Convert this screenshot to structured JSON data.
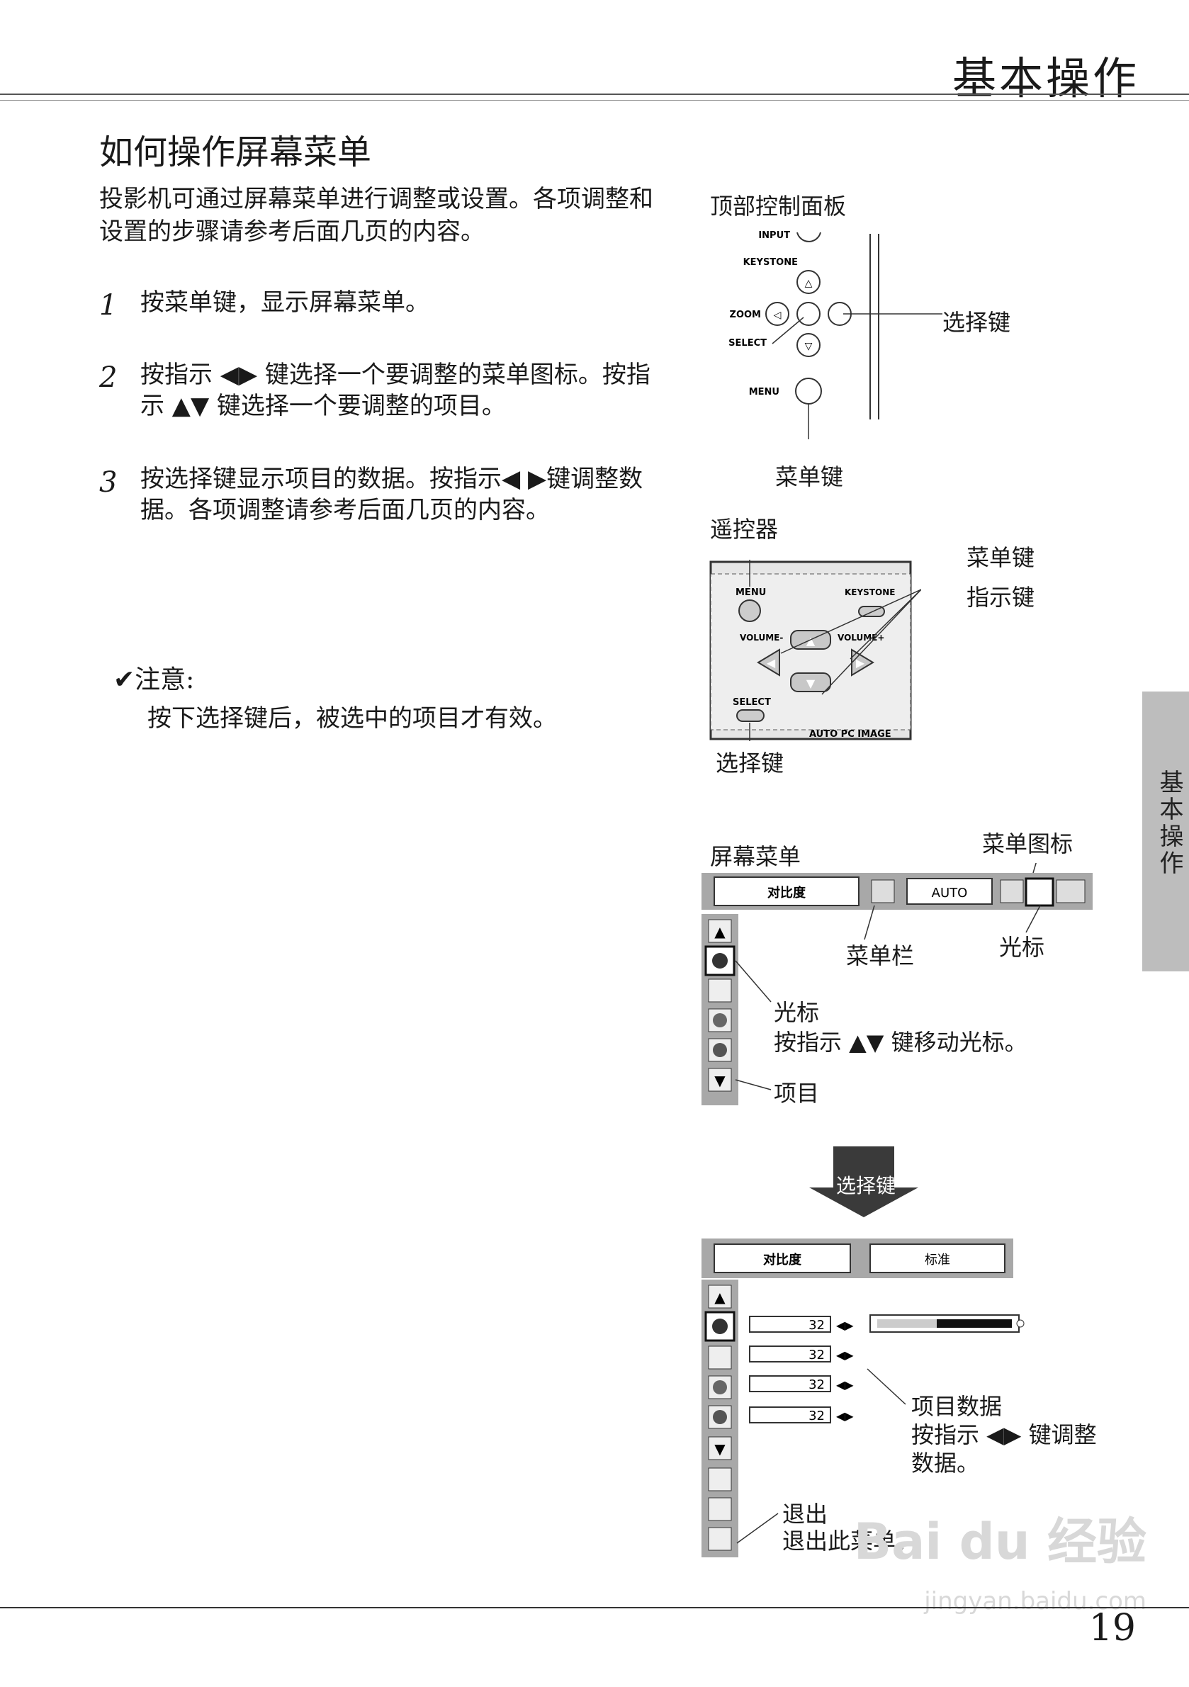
{
  "header": {
    "title": "基本操作"
  },
  "section": {
    "title": "如何操作屏幕菜单",
    "intro": "投影机可通过屏幕菜单进行调整或设置。各项调整和设置的步骤请参考后面几页的内容。"
  },
  "steps": [
    {
      "num": "1",
      "text": "按菜单键，显示屏幕菜单。"
    },
    {
      "num": "2",
      "text": "按指示 ◀▶ 键选择一个要调整的菜单图标。按指示 ▲▼ 键选择一个要调整的项目。"
    },
    {
      "num": "3",
      "text": "按选择键显示项目的数据。按指示◀ ▶键调整数据。各项调整请参考后面几页的内容。"
    }
  ],
  "note": {
    "head": "✔注意:",
    "body": "按下选择键后，被选中的项目才有效。"
  },
  "side_tab": "基本操作",
  "top_panel": {
    "title": "顶部控制面板",
    "select_label": "选择键",
    "menu_label": "菜单键",
    "btn_input": "INPUT",
    "btn_keystone": "KEYSTONE",
    "btn_zoom": "ZOOM",
    "btn_select": "SELECT",
    "btn_menu": "MENU"
  },
  "remote": {
    "title": "遥控器",
    "menu_label": "菜单键",
    "pointer_label": "指示键",
    "select_label": "选择键",
    "btn_menu": "MENU",
    "btn_keystone": "KEYSTONE",
    "btn_volume_minus": "VOLUME-",
    "btn_volume_plus": "VOLUME+",
    "btn_select": "SELECT",
    "btn_bottom": "AUTO PC  IMAGE"
  },
  "osd": {
    "title": "屏幕菜单",
    "menu_icon_label": "菜单图标",
    "menubar_label": "菜单栏",
    "cursor_label": "光标",
    "cursor_label2": "光标",
    "cursor_desc": "按指示 ▲▼ 键移动光标。",
    "item_label": "项目",
    "bar_item": "对比度",
    "bar_auto": "AUTO",
    "arrow_label": "选择键",
    "bar2_item": "对比度",
    "bar2_value": "标准",
    "values": [
      "32",
      "32",
      "32",
      "32"
    ],
    "data_label": "项目数据",
    "data_desc1": "按指示 ◀▶ 键调整",
    "data_desc2": "数据。",
    "exit_label": "退出",
    "exit_desc": "退出此菜单。"
  },
  "footer": {
    "page": "19"
  },
  "watermark": {
    "logo": "Bai du 经验",
    "url": "jingyan.baidu.com"
  }
}
